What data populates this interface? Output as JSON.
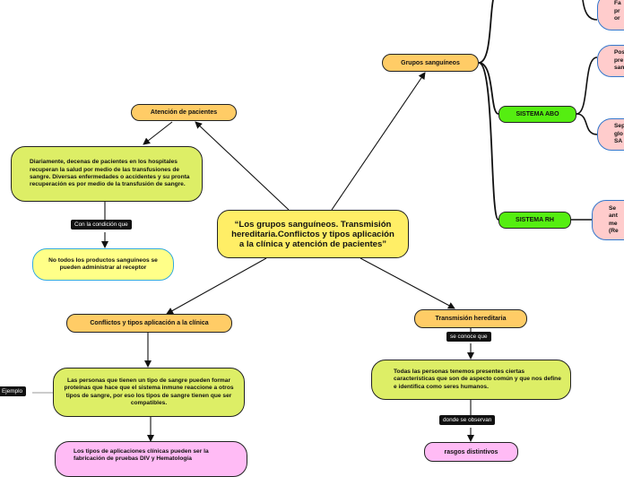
{
  "central": "“Los grupos sanguíneos. Transmisión hereditaria.Conflictos y tipos aplicación a la clínica y atención de pacientes”",
  "atencion": {
    "title": "Atención de pacientes",
    "text": "Diariamente, decenas de pacientes en los hospitales recuperan la salud por medio de las transfusiones de sangre. Diversas enfermedades o accidentes y su pronta recuperación es por medio de la transfusión de sangre.",
    "link": "Con la condición que",
    "result": "No todos los productos sanguíneos se pueden administrar al receptor"
  },
  "conflictos": {
    "title": "Conflictos y tipos aplicación a la clínica",
    "text": "Las personas que tienen un tipo de sangre pueden formar proteínas que hace que el sistema inmune reaccione a otros tipos de sangre, por eso los tipos de sangre tienen que ser compatibles.",
    "example_label": "Ejemplo",
    "applications": "Los tipos de aplicaciones clínicas pueden ser la fabricación de pruebas DIV y Hematología"
  },
  "grupos": {
    "title": "Grupos sanguíneos",
    "abo": "SISTEMA ABO",
    "rh": "SISTEMA RH",
    "top_note": "Fa\npr\nor",
    "abo_note1": "Pos\npre\nsan",
    "abo_note2": "Sep\nglo\nSA",
    "rh_note": "Se\nant\nme\n(Re"
  },
  "transmision": {
    "title": "Transmisión hereditaria",
    "link1": "se conoce que",
    "text": "Todas las personas tenemos presentes ciertas características que son de aspecto común y que nos define e identifica como seres humanos.",
    "link2": "donde se observan",
    "traits": "rasgos distintivos"
  }
}
